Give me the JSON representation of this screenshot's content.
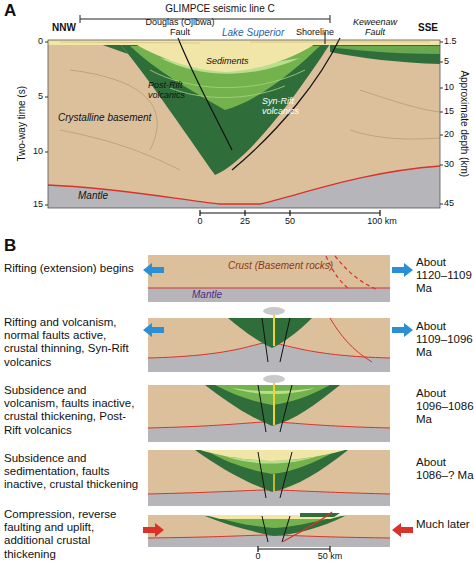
{
  "diagram": {
    "labels": [
      "A",
      "GLIMPCE seismic line C",
      "NNW",
      "Douglas (Ojibwa) Fault",
      "Lake Superior",
      "Shoreline",
      "Keweenaw Fault",
      "SSE",
      "Sediments",
      "Post-Rift volcanics",
      "Syn-Rift volcanics",
      "Crystalline basement",
      "Mantle",
      "Two-way time (s)",
      "0",
      "5",
      "10",
      "15",
      "Approximate depth (km)",
      "1.5",
      "5",
      "10",
      "15",
      "20",
      "30",
      "45",
      "0",
      "25",
      "50",
      "100 km",
      "B",
      "Rifting (extension) begins",
      "Crust (Basement rocks)",
      "Mantle",
      "About 1120–1109 Ma",
      "Rifting and volcanism, normal faults active, crustal thinning, Syn-Rift volcanics",
      "About 1109–1096 Ma",
      "Subsidence and volcanism, faults inactive, crustal thickening, Post-Rift volcanics",
      "About 1096–1086 Ma",
      "Subsidence and sedimentation, faults inactive, crustal thickening",
      "About 1086–? Ma",
      "Compression, reverse faulting and uplift, additional crustal thickening",
      "Much later",
      "0",
      "50 km"
    ]
  }
}
